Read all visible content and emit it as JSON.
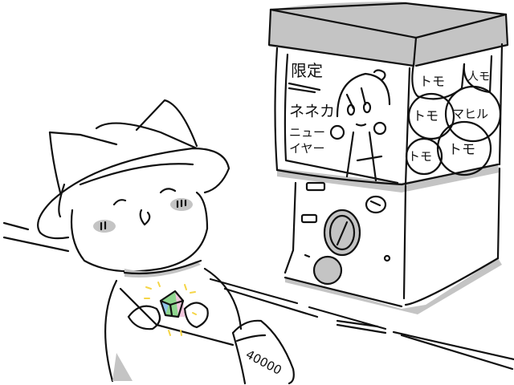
{
  "scene": {
    "description": "Hand-drawn sketch of a cat-eared character in a hat holding a sparkling rainbow gem, standing beside a gachapon capsule machine",
    "palette": {
      "ink": "#111111",
      "shade": "#c4c4c4",
      "background": "#ffffff",
      "sparkle": "#f5d547",
      "gem_green": "#8fd68f",
      "gem_blue": "#8fc3e8",
      "gem_pink": "#f0c6dc"
    }
  },
  "machine": {
    "poster": {
      "title": "限定",
      "line1": "ネネカ",
      "line2": "ニュー",
      "line3": "イヤー"
    },
    "capsules": [
      {
        "label": "トモ"
      },
      {
        "label": "トモ"
      },
      {
        "label": "マヒル"
      },
      {
        "label": "トモ"
      },
      {
        "label": "トモ"
      }
    ]
  },
  "character": {
    "bag_label": "40000"
  }
}
